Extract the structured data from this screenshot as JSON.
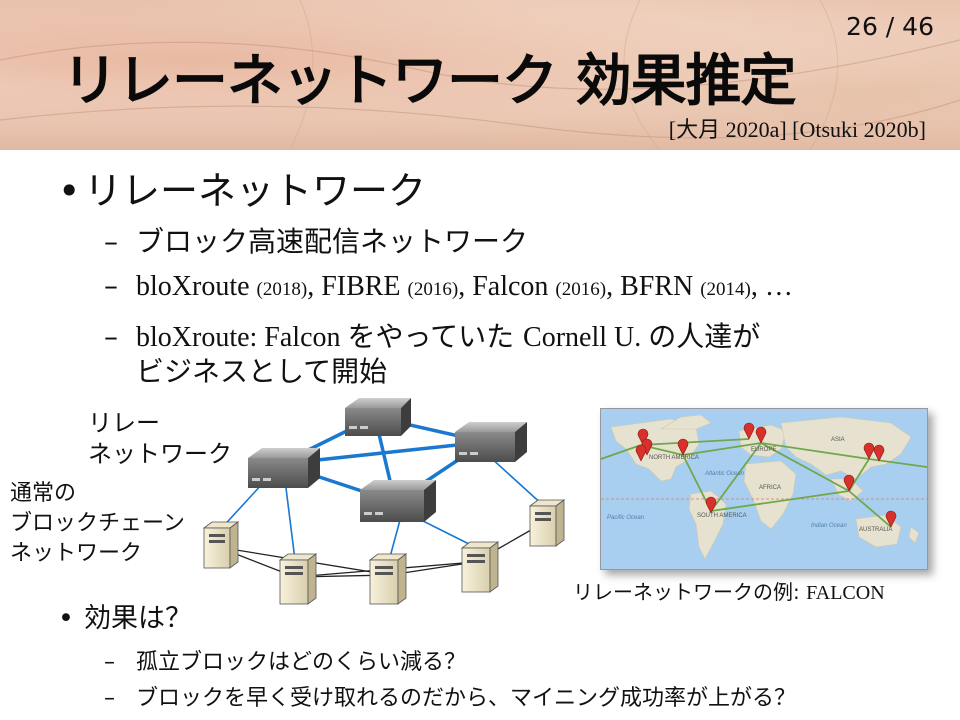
{
  "header": {
    "page_number": "26 / 46",
    "title": "リレーネットワーク 効果推定",
    "citation": "[大月 2020a] [Otsuki 2020b]"
  },
  "bullets": {
    "main": "リレーネットワーク",
    "sub1": "ブロック高速配信ネットワーク",
    "sub2": {
      "p1": "bloXroute ",
      "y1": "(2018)",
      "p2": ", FIBRE ",
      "y2": "(2016)",
      "p3": ", Falcon ",
      "y3": "(2016)",
      "p4": ", BFRN ",
      "y4": "(2014)",
      "p5": ", …"
    },
    "sub3": {
      "a": "bloXroute: Falcon ",
      "b": "をやっていた ",
      "c": "Cornell U. ",
      "d": "の人達が",
      "line2": "ビジネスとして開始"
    }
  },
  "diagram": {
    "relay_label_1": "リレー",
    "relay_label_2": "ネットワーク",
    "normal_label_1": "通常の",
    "normal_label_2": "ブロックチェーン",
    "normal_label_3": "ネットワーク",
    "caption_ja": "リレーネットワークの例: ",
    "caption_en": "FALCON",
    "map_labels": {
      "asia": "ASIA",
      "europe": "EUROPE",
      "africa": "AFRICA",
      "north_america": "NORTH AMERICA",
      "south_america": "SOUTH AMERICA",
      "australia": "AUSTRALIA",
      "atlantic": "Atlantic Ocean",
      "pacific": "Pacific Ocean",
      "indian": "Indian Ocean"
    },
    "colors": {
      "relay_link": "#1a78d0",
      "normal_link": "#222222",
      "map_ocean": "#a9cff0",
      "map_land": "#e6e2cf",
      "map_route": "#6fa84b",
      "map_pin": "#d8312b"
    }
  },
  "bullet2": {
    "main": "効果は？",
    "sub1": "孤立ブロックはどのくらい減る？",
    "sub2": "ブロックを早く受け取れるのだから、マイニング成功率が上がる？"
  }
}
